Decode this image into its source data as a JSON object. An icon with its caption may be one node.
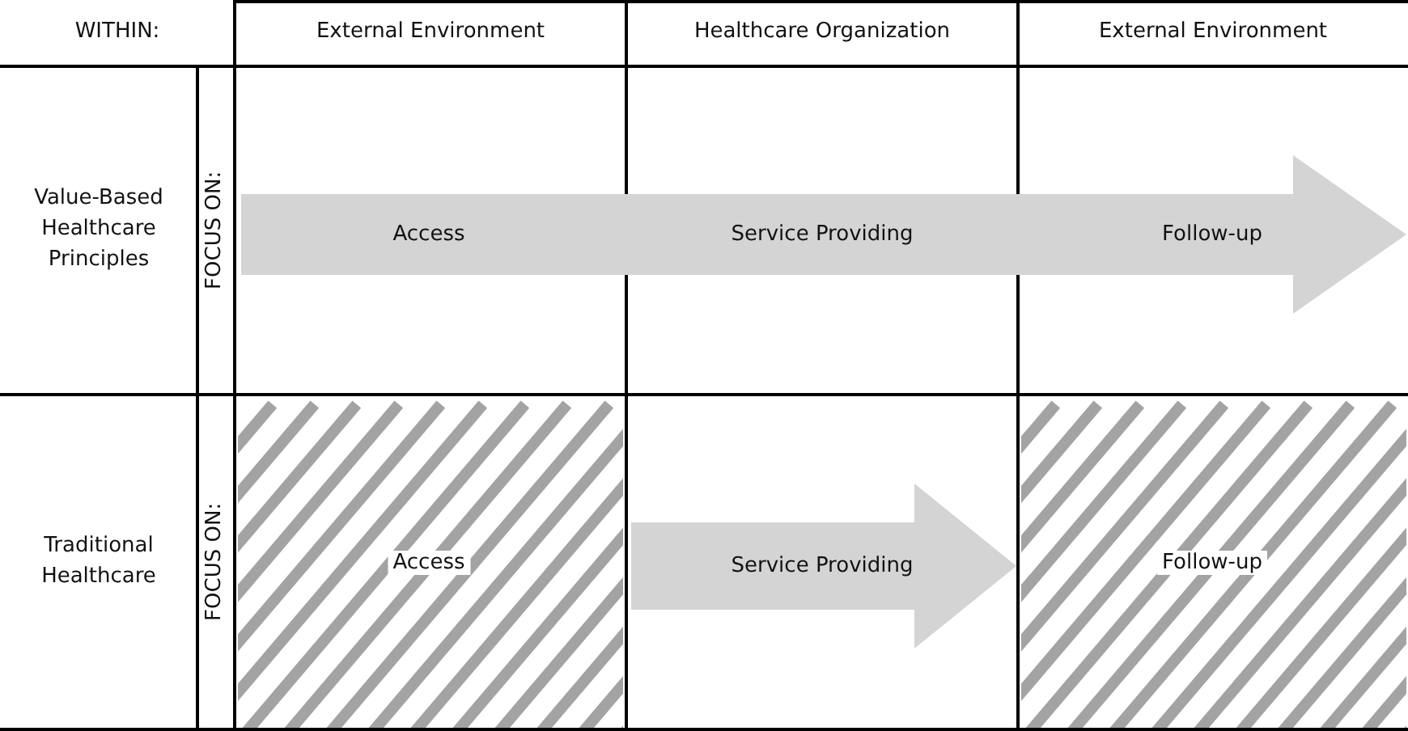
{
  "diagram": {
    "nodes": [
      {
        "text": [
          "Access",
          "Service Providing",
          "Follow-up"
        ]
      },
      {
        "text": [
          "Access"
        ]
      },
      {
        "text": [
          "Service Providing"
        ]
      },
      {
        "text": [
          "Follow-up"
        ]
      }
    ],
    "labels": [
      "WITHIN:",
      "External Environment",
      "Healthcare Organization",
      "External Environment",
      "Value-Based Healthcare Principles",
      "FOCUS ON:",
      "Traditional Healthcare",
      "FOCUS ON:"
    ]
  }
}
